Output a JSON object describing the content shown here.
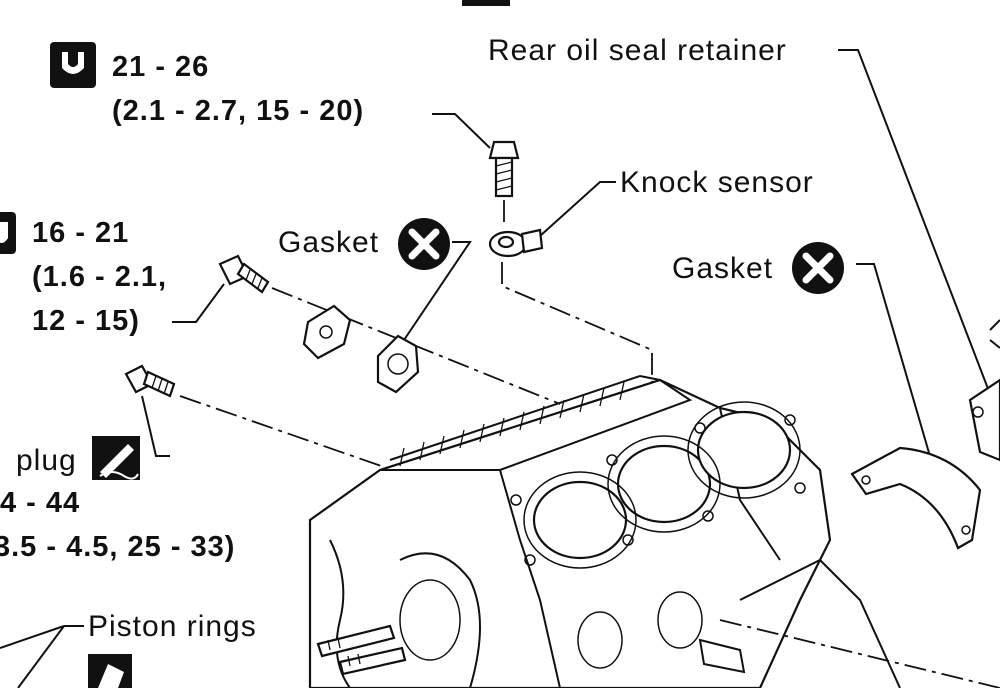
{
  "labels": {
    "rear_oil_seal_retainer": "Rear oil seal retainer",
    "knock_sensor": "Knock sensor",
    "gasket_1": "Gasket",
    "gasket_2": "Gasket",
    "plug": "plug",
    "piston_rings": "Piston rings"
  },
  "torque": {
    "t1_line1": "21 - 26",
    "t1_line2": "(2.1 - 2.7, 15 - 20)",
    "t2_line1": "16 - 21",
    "t2_line2": "(1.6 - 2.1,",
    "t2_line3": "12 - 15)",
    "t3_line1": "4 - 44",
    "t3_line2": "3.5 - 4.5, 25 - 33)"
  },
  "icons": {
    "torque": "torque-wrench-icon",
    "gasket": "do-not-reuse-x-icon",
    "sealant": "liquid-sealant-icon",
    "oil": "engine-oil-icon"
  },
  "colors": {
    "ink": "#111111",
    "paper": "#ffffff"
  }
}
